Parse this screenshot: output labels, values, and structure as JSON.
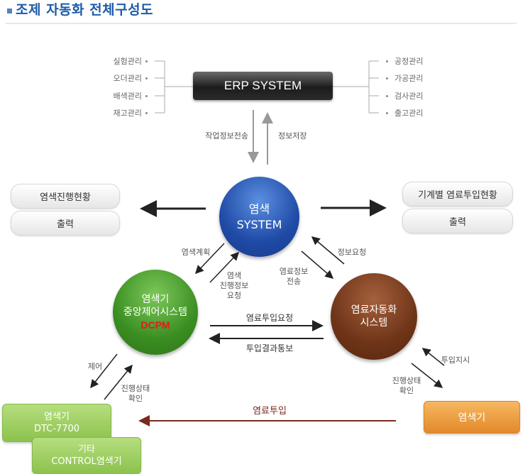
{
  "title": "조제 자동화 전체구성도",
  "erp": {
    "label": "ERP SYSTEM",
    "left_items": [
      "실험관리",
      "오더관리",
      "배색관리",
      "재고관리"
    ],
    "right_items": [
      "공정관리",
      "가공관리",
      "검사관리",
      "출고관리"
    ],
    "down_label": "작업정보전송",
    "up_label": "정보저장"
  },
  "system": {
    "line1": "염색",
    "line2": "SYSTEM"
  },
  "left_outputs": [
    "염색진행현황",
    "출력"
  ],
  "right_outputs": [
    "기계별 염료투입현황",
    "출력"
  ],
  "dcpm": {
    "line1": "염색기",
    "line2": "중앙제어시스템",
    "line3": "DCPM"
  },
  "auto": {
    "line1": "염료자동화",
    "line2": "시스템"
  },
  "labels": {
    "dye_plan": "염색계획",
    "dye_progress": [
      "염색",
      "진행정보",
      "요청"
    ],
    "info_request": "정보요청",
    "dye_info_send": [
      "염료정보",
      "전송"
    ],
    "dye_input_request": "염료투입요청",
    "input_result": "투입결과통보",
    "control": "제어",
    "progress_check_left": [
      "진행상태",
      "확인"
    ],
    "input_instruct": "투입지시",
    "progress_check_right": [
      "진행상태",
      "확인"
    ],
    "dye_input": "염료투입"
  },
  "machine_box": {
    "line1": "염색기",
    "line2": "DTC-7700"
  },
  "other_box": {
    "line1": "기타",
    "line2": "CONTROL염색기"
  },
  "orange_box": "염색기",
  "colors": {
    "title": "#1e5aa8",
    "system": "#1f4aa6",
    "dcpm": "#3a8e21",
    "auto": "#6e3418",
    "dye_input_arrow": "#7a2a1e",
    "dcpm_text": "#e01b1b"
  }
}
